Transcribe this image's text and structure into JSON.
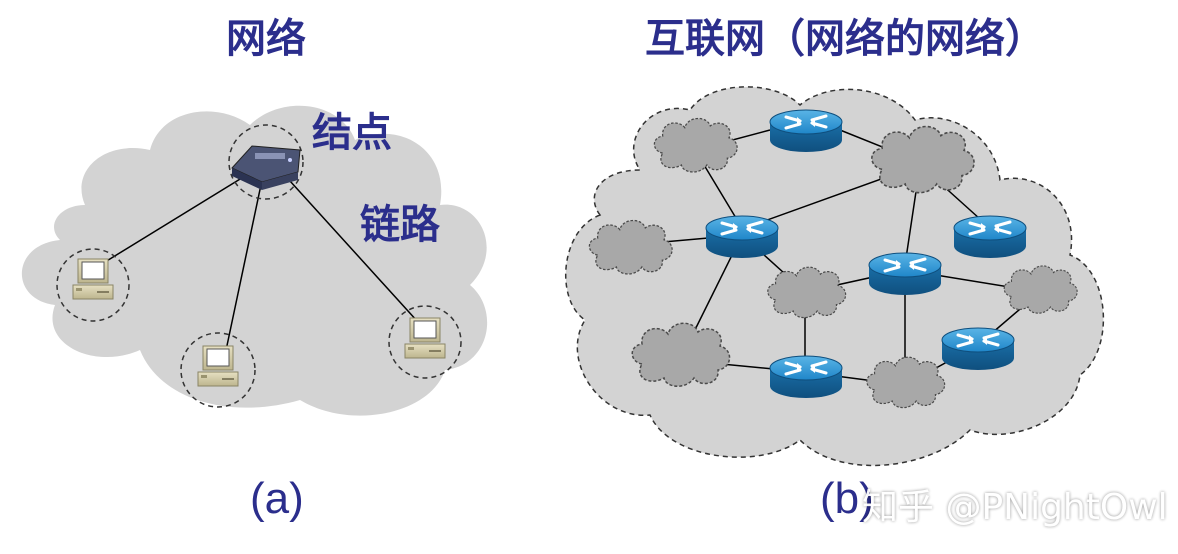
{
  "panel_a": {
    "title": "网络",
    "node_label": "结点",
    "link_label": "链路",
    "caption": "(a)"
  },
  "panel_b": {
    "title": "互联网（网络的网络）",
    "caption": "(b)"
  },
  "watermark": "知乎 @PNightOwl",
  "colors": {
    "text": "#2b2e8c",
    "cloud": "#d3d3d3",
    "subnet_cloud": "#a8a8a8",
    "router": "#1a78b8"
  }
}
